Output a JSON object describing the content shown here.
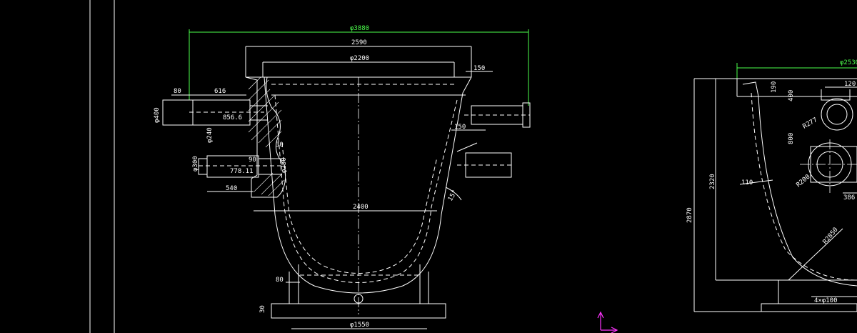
{
  "window": {
    "title": ""
  },
  "drawing": {
    "front_view": {
      "top_diameter": "φ3880",
      "rim_width": "2590",
      "inner_diameter": "φ2200",
      "flange_150_top": "150",
      "flange_150_mid": "150",
      "left_80": "80",
      "dim_616": "616",
      "dia_400": "φ400",
      "dim_856_6": "856.6",
      "dia_240": "φ240",
      "dim_90": "90",
      "dim_30": "30",
      "dia_300": "φ300",
      "dim_778_11": "778.11",
      "dia_250": "φ250",
      "dim_540": "540",
      "dim_2400": "2400",
      "angle": "15°",
      "base_80": "80",
      "base_30": "30",
      "bottom_diameter": "φ1550"
    },
    "side_view": {
      "top_diameter": "φ2530",
      "dim_120": "120",
      "dim_190": "190",
      "dim_400": "400",
      "dim_800": "800",
      "radius_r277": "R277",
      "total_height": "2870",
      "height_2320": "2320",
      "wall_110": "110",
      "dim_r200": "R200",
      "dim_386": "386",
      "radius_2850": "R2850",
      "bolts": "4×φ100"
    }
  },
  "colors": {
    "background": "#000000",
    "line": "#ffffff",
    "dimension_overall": "#4cff4c",
    "ucs_icon": "#ff33ff"
  },
  "ucs_icon": "ucs-axis-icon"
}
